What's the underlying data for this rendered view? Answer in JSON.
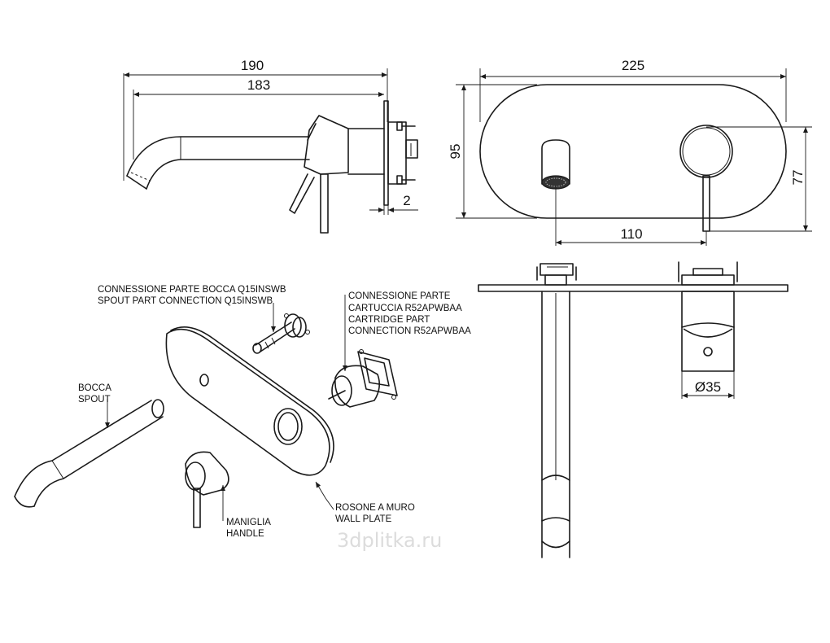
{
  "dimensions": {
    "overall_length": "190",
    "spout_length": "183",
    "plate_thickness": "2",
    "plate_width": "225",
    "plate_height": "95",
    "handle_height": "77",
    "axis_distance": "110",
    "handle_diameter": "Ø35"
  },
  "labels": {
    "spout_connection_it": "CONNESSIONE PARTE BOCCA Q15INSWB",
    "spout_connection_en": "SPOUT PART CONNECTION Q15INSWB",
    "cartridge_connection_it_1": "CONNESSIONE PARTE",
    "cartridge_connection_it_2": "CARTUCCIA R52APWBAA",
    "cartridge_connection_en_1": "CARTRIDGE PART",
    "cartridge_connection_en_2": "CONNECTION R52APWBAA",
    "spout_it": "BOCCA",
    "spout_en": "SPOUT",
    "handle_it": "MANIGLIA",
    "handle_en": "HANDLE",
    "wall_plate_it": "ROSONE A MURO",
    "wall_plate_en": "WALL PLATE"
  },
  "watermark": "3dplitka.ru"
}
